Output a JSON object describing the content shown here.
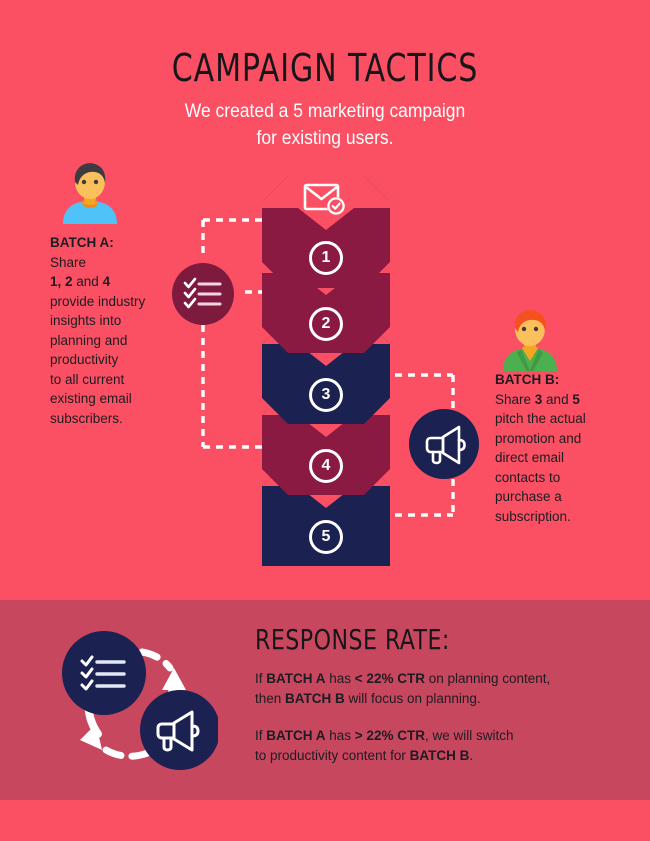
{
  "header": {
    "title": "CAMPAIGN TACTICS",
    "subtitle_line1": "We created a 5 marketing campaign",
    "subtitle_line2": "for existing users."
  },
  "batch_a": {
    "heading": "BATCH A:",
    "line1": "Share",
    "line2_bold1": "1, 2",
    "line2_mid": " and ",
    "line2_bold2": "4",
    "line3": "provide industry",
    "line4": "insights into",
    "line5": "planning and",
    "line6": "productivity",
    "line7": "to all current",
    "line8": "existing email",
    "line9": "subscribers."
  },
  "batch_b": {
    "heading": "BATCH B:",
    "line1_pre": "Share ",
    "line1_bold1": "3",
    "line1_mid": " and ",
    "line1_bold2": "5",
    "line2": "pitch the actual",
    "line3": "promotion and",
    "line4": "direct email",
    "line5": "contacts to",
    "line6": "purchase a",
    "line7": "subscription."
  },
  "stack": {
    "top_icon": "envelope-check-icon",
    "steps": [
      {
        "number": "1",
        "color": "#8B1A42"
      },
      {
        "number": "2",
        "color": "#8B1A42"
      },
      {
        "number": "3",
        "color": "#1B2151"
      },
      {
        "number": "4",
        "color": "#8B1A42"
      },
      {
        "number": "5",
        "color": "#1B2151"
      }
    ]
  },
  "icons": {
    "checklist": "checklist-icon",
    "megaphone": "megaphone-icon",
    "cycle_checklist": "checklist-icon",
    "cycle_megaphone": "megaphone-icon",
    "avatar_a": "avatar-male-blue-shirt",
    "avatar_b": "avatar-male-green-shirt"
  },
  "response": {
    "title": "RESPONSE RATE:",
    "p1_a": "If ",
    "p1_b1": "BATCH A",
    "p1_c": " has ",
    "p1_b2": "< 22% CTR",
    "p1_d": "  on planning content,",
    "p1_e": "then ",
    "p1_b3": "BATCH B",
    "p1_f": " will focus on planning.",
    "p2_a": "If ",
    "p2_b1": "BATCH A",
    "p2_c": " has ",
    "p2_b2": "> 22% CTR",
    "p2_d": ", we will switch",
    "p2_e": "to productivity content for ",
    "p2_b3": "BATCH B",
    "p2_f": "."
  },
  "colors": {
    "background": "#FB5063",
    "panel": "#C7475F",
    "maroon": "#8B1A42",
    "navy": "#1B2151",
    "white": "#FFFFFF",
    "title_dark": "#17161A"
  }
}
